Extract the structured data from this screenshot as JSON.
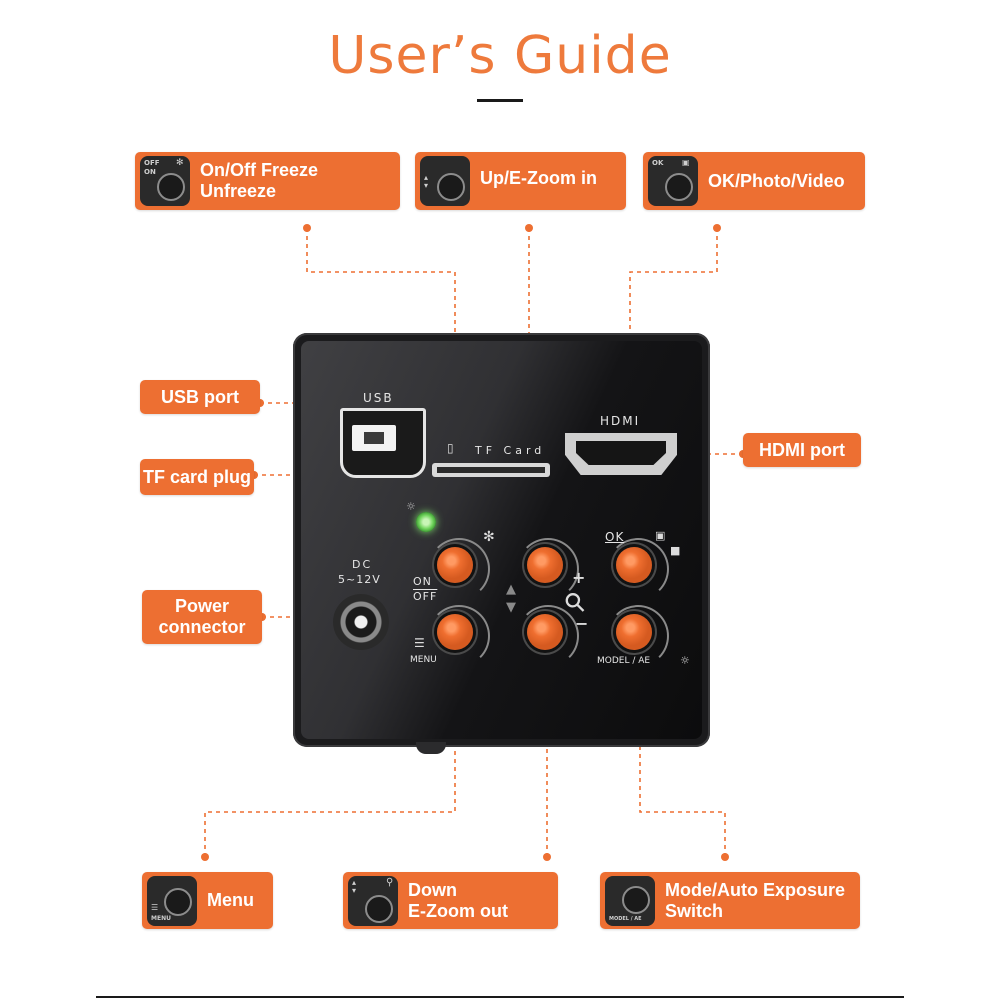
{
  "title": "User’s Guide",
  "labels": {
    "freeze": {
      "line1": "On/Off Freeze",
      "line2": "Unfreeze",
      "thumb_top": "OFF",
      "thumb_top2": "ON",
      "thumb_sym": "✻"
    },
    "zoom_in": {
      "text": "Up/E-Zoom in"
    },
    "ok": {
      "text": "OK/Photo/Video",
      "thumb_top": "OK"
    },
    "usb": {
      "text": "USB port"
    },
    "tf": {
      "text": "TF card plug"
    },
    "power": {
      "line1": "Power",
      "line2": "connector"
    },
    "hdmi": {
      "text": "HDMI port"
    },
    "menu": {
      "text": "Menu",
      "thumb_bottom": "MENU"
    },
    "zoom_out": {
      "line1": "Down",
      "line2": "E-Zoom out"
    },
    "mode": {
      "line1": "Mode/Auto Exposure",
      "line2": "Switch",
      "thumb_bottom": "MODEL / AE"
    }
  },
  "device": {
    "usb_label": "USB",
    "tf_label": "TF Card",
    "hdmi_label": "HDMI",
    "dc_label_1": "DC",
    "dc_label_2": "5~12V",
    "on_label": "ON",
    "off_label": "OFF",
    "menu_label": "MENU",
    "ok_label": "OK",
    "mode_label": "MODEL / AE",
    "plus_label": "+",
    "minus_label": "−",
    "freeze_symbol": "✻",
    "up_arrow": "▲",
    "down_arrow": "▼",
    "magnifier_symbol": "⚲",
    "menu_symbol": "☰",
    "camera_symbol": "▣",
    "video_symbol": "■",
    "ae_symbol": "☼"
  },
  "colors": {
    "accent": "#ED6F32",
    "title": "#EE7A3C",
    "device_body": "#1B1B1D",
    "button": "#EF6E2F",
    "led": "#6FD35B"
  }
}
